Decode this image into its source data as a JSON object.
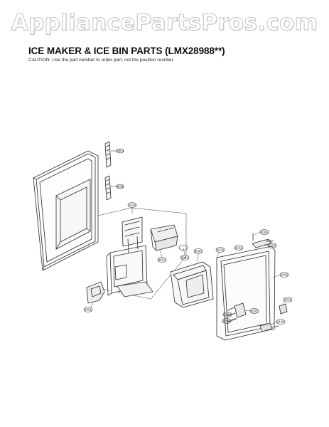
{
  "watermark": "AppliancePartsPros.com",
  "header": {
    "title": "ICE MAKER & ICE BIN PARTS (LMX28988**)",
    "caution": "CAUTION: Use the part number to order part, not the position number."
  },
  "callouts": {
    "c1": "680J",
    "c2": "6802",
    "c3": "6104",
    "c4": "665A",
    "c5": "692A",
    "c6": "694A",
    "c7": "5010",
    "c8": "616A",
    "c9": "630A",
    "c10": "6150",
    "c11": "6300",
    "c12": "6302",
    "c13": "6130",
    "c14": "615E",
    "c15": "6200",
    "c16": "6500",
    "c17": "630A",
    "c18": "6301"
  }
}
